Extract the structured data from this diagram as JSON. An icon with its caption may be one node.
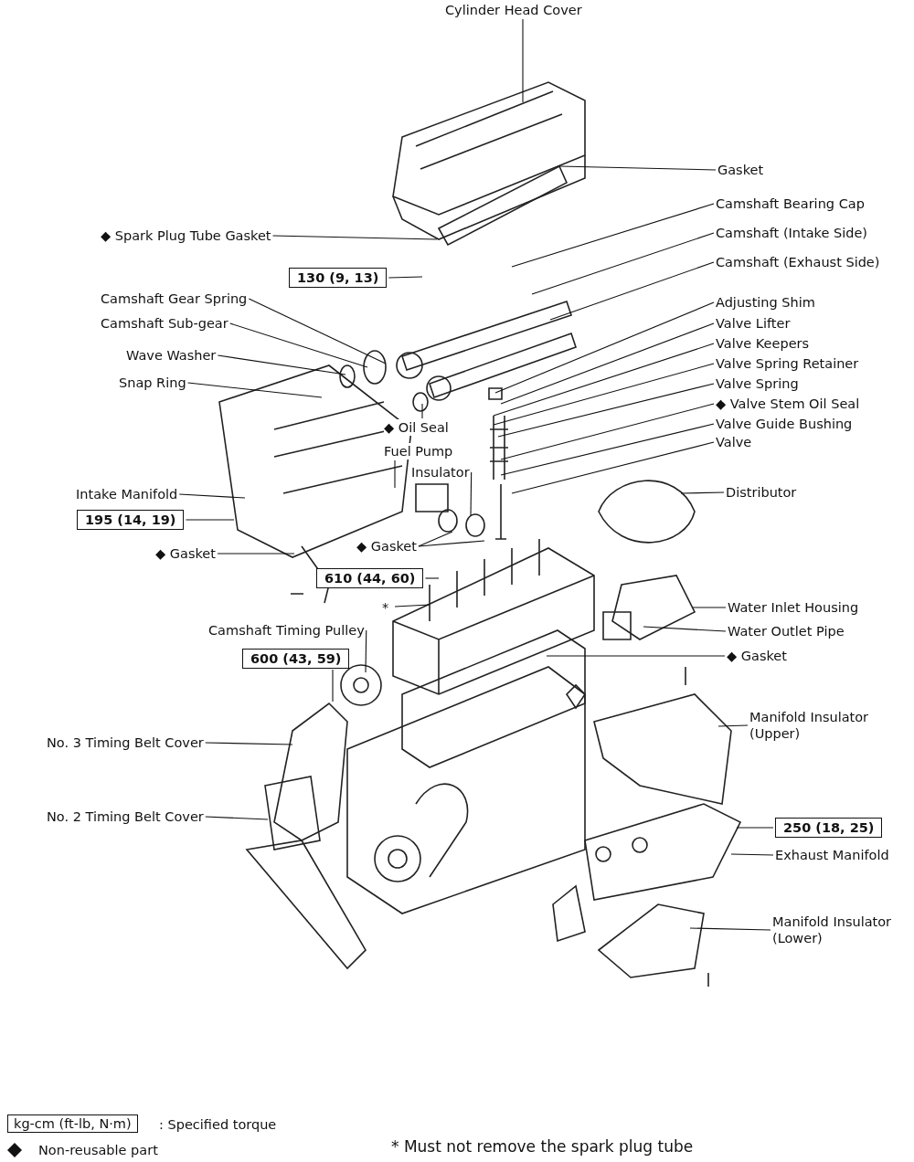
{
  "diagram": {
    "nodes": [
      {
        "text": [
          "Cylinder Head Cover"
        ]
      },
      {
        "text": [
          "Gasket"
        ]
      },
      {
        "text": [
          "Camshaft Bearing Cap"
        ]
      },
      {
        "text": [
          "◆ Spark Plug Tube Gasket"
        ]
      },
      {
        "text": [
          "Camshaft (Intake Side)"
        ]
      },
      {
        "text": [
          "130 (9, 13)"
        ]
      },
      {
        "text": [
          "Camshaft (Exhaust Side)"
        ]
      },
      {
        "text": [
          "Camshaft Gear Spring"
        ]
      },
      {
        "text": [
          "Adjusting Shim"
        ]
      },
      {
        "text": [
          "Camshaft Sub-gear"
        ]
      },
      {
        "text": [
          "Valve Lifter"
        ]
      },
      {
        "text": [
          "Wave Washer"
        ]
      },
      {
        "text": [
          "Valve Keepers"
        ]
      },
      {
        "text": [
          "Valve Spring Retainer"
        ]
      },
      {
        "text": [
          "Snap Ring"
        ]
      },
      {
        "text": [
          "Valve Spring"
        ]
      },
      {
        "text": [
          "◆ Valve Stem Oil Seal"
        ]
      },
      {
        "text": [
          "◆ Oil Seal"
        ]
      },
      {
        "text": [
          "Valve Guide Bushing"
        ]
      },
      {
        "text": [
          "Valve"
        ]
      },
      {
        "text": [
          "Fuel Pump"
        ]
      },
      {
        "text": [
          "Insulator"
        ]
      },
      {
        "text": [
          "Intake Manifold"
        ]
      },
      {
        "text": [
          "Distributor"
        ]
      },
      {
        "text": [
          "195 (14, 19)"
        ]
      },
      {
        "text": [
          "◆ Gasket"
        ]
      },
      {
        "text": [
          "◆ Gasket"
        ]
      },
      {
        "text": [
          "610 (44, 60)"
        ]
      },
      {
        "text": [
          "Camshaft Timing Pulley"
        ]
      },
      {
        "text": [
          "Water Inlet Housing"
        ]
      },
      {
        "text": [
          "Water Outlet Pipe"
        ]
      },
      {
        "text": [
          "600 (43, 59)"
        ]
      },
      {
        "text": [
          "◆ Gasket"
        ]
      },
      {
        "text": [
          "Manifold Insulator (Upper)"
        ]
      },
      {
        "text": [
          "No. 3 Timing Belt Cover"
        ]
      },
      {
        "text": [
          "No. 2 Timing Belt Cover"
        ]
      },
      {
        "text": [
          "250 (18, 25)"
        ]
      },
      {
        "text": [
          "Exhaust Manifold"
        ]
      },
      {
        "text": [
          "Manifold Insulator (Lower)"
        ]
      }
    ],
    "edges": [
      {
        "from": 0,
        "to": null,
        "arrow": "none"
      },
      {
        "from": 1,
        "to": null,
        "arrow": "none"
      },
      {
        "from": 2,
        "to": null,
        "arrow": "none"
      },
      {
        "from": 3,
        "to": null,
        "arrow": "none"
      },
      {
        "from": 4,
        "to": null,
        "arrow": "none"
      },
      {
        "from": 5,
        "to": null,
        "arrow": "none"
      },
      {
        "from": 6,
        "to": null,
        "arrow": "none"
      },
      {
        "from": 7,
        "to": null,
        "arrow": "none"
      },
      {
        "from": 8,
        "to": null,
        "arrow": "none"
      },
      {
        "from": 9,
        "to": null,
        "arrow": "none"
      },
      {
        "from": 10,
        "to": null,
        "arrow": "none"
      },
      {
        "from": 11,
        "to": null,
        "arrow": "none"
      },
      {
        "from": 12,
        "to": null,
        "arrow": "none"
      },
      {
        "from": 13,
        "to": null,
        "arrow": "none"
      },
      {
        "from": 14,
        "to": null,
        "arrow": "none"
      },
      {
        "from": 15,
        "to": null,
        "arrow": "none"
      },
      {
        "from": 16,
        "to": null,
        "arrow": "none"
      },
      {
        "from": 17,
        "to": null,
        "arrow": "none"
      },
      {
        "from": 18,
        "to": null,
        "arrow": "none"
      },
      {
        "from": 19,
        "to": null,
        "arrow": "none"
      },
      {
        "from": 20,
        "to": null,
        "arrow": "none"
      },
      {
        "from": 21,
        "to": null,
        "arrow": "none"
      },
      {
        "from": 22,
        "to": null,
        "arrow": "none"
      },
      {
        "from": 23,
        "to": null,
        "arrow": "none"
      },
      {
        "from": 24,
        "to": null,
        "arrow": "none"
      },
      {
        "from": 25,
        "to": null,
        "arrow": "none"
      },
      {
        "from": 26,
        "to": null,
        "arrow": "none"
      },
      {
        "from": 26,
        "to": null,
        "arrow": "none"
      },
      {
        "from": 27,
        "to": null,
        "arrow": "none"
      },
      {
        "from": 28,
        "to": null,
        "arrow": "none"
      },
      {
        "from": 29,
        "to": null,
        "arrow": "none"
      },
      {
        "from": 30,
        "to": null,
        "arrow": "none"
      },
      {
        "from": 31,
        "to": null,
        "arrow": "none"
      },
      {
        "from": 32,
        "to": null,
        "arrow": "none"
      },
      {
        "from": 33,
        "to": null,
        "arrow": "none"
      },
      {
        "from": 34,
        "to": null,
        "arrow": "none"
      },
      {
        "from": 35,
        "to": null,
        "arrow": "none"
      },
      {
        "from": 36,
        "to": null,
        "arrow": "none"
      },
      {
        "from": 37,
        "to": null,
        "arrow": "none"
      },
      {
        "from": 38,
        "to": null,
        "arrow": "none"
      }
    ],
    "labels": [
      "*",
      "kg-cm (ft-lb, N·m)",
      "* Must not remove the spark plug tube"
    ],
    "legend": [
      {
        "text": ": Specified torque"
      },
      {
        "text": "Non-reusable part"
      }
    ]
  }
}
